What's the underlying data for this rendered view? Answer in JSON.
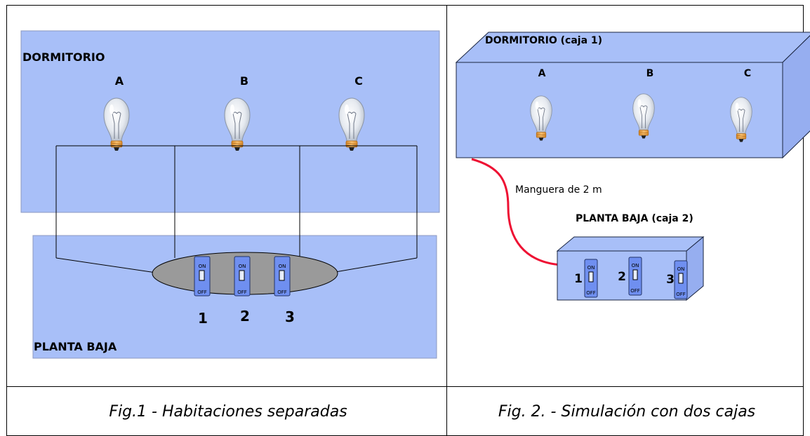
{
  "fig1": {
    "upper_room": "DORMITORIO",
    "lower_room": "PLANTA BAJA",
    "bulbs": [
      "A",
      "B",
      "C"
    ],
    "switches": [
      "1",
      "2",
      "3"
    ],
    "on_label": "ON",
    "off_label": "OFF",
    "caption": "Fig.1 - Habitaciones separadas"
  },
  "fig2": {
    "box1_label": "DORMITORIO (caja 1)",
    "box2_label": "PLANTA BAJA (caja 2)",
    "hose_label": "Manguera de 2 m",
    "bulbs": [
      "A",
      "B",
      "C"
    ],
    "switches": [
      "1",
      "2",
      "3"
    ],
    "on_label": "ON",
    "off_label": "OFF",
    "caption": "Fig. 2. - Simulación con dos cajas"
  },
  "colors": {
    "box_fill": "#a8bff8",
    "box_side": "#96aef0",
    "switch_blue": "#6f8ff0",
    "ellipse_gray": "#9a9a9a",
    "hose_red": "#ee1133",
    "bulb_base": "#f0a040"
  }
}
